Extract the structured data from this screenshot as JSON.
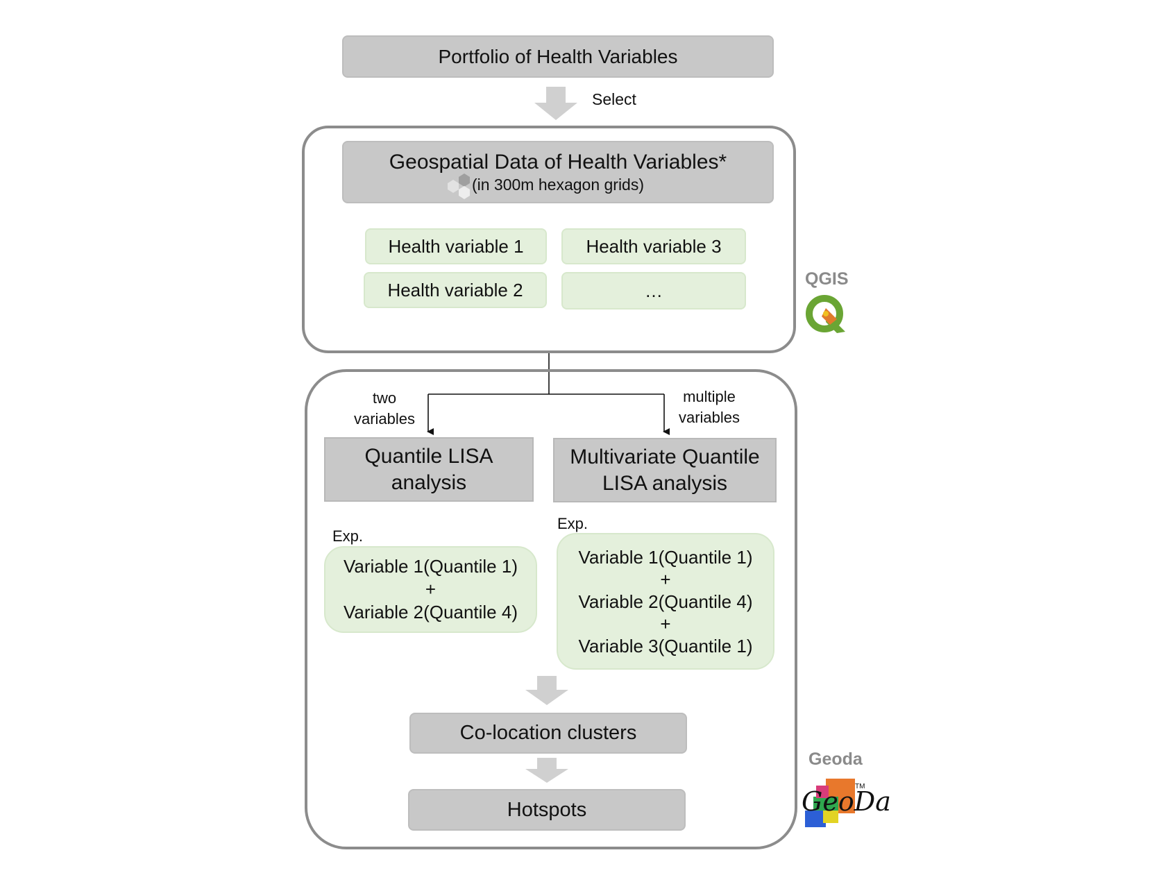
{
  "top_box": "Portfolio of Health Variables",
  "select_label": "Select",
  "geo_box": {
    "title": "Geospatial Data of Health Variables*",
    "subtitle": "(in 300m hexagon grids)"
  },
  "variables": [
    "Health variable 1",
    "Health variable 3",
    "Health variable 2",
    "…"
  ],
  "qgis_label": "QGIS",
  "branch_left": {
    "line1": "two",
    "line2": "variables"
  },
  "branch_right": {
    "line1": "multiple",
    "line2": "variables"
  },
  "analysis_left": {
    "line1": "Quantile LISA",
    "line2": "analysis"
  },
  "analysis_right": {
    "line1": "Multivariate Quantile",
    "line2": "LISA analysis"
  },
  "exp_label": "Exp.",
  "example_left": [
    "Variable 1(Quantile 1)",
    "+",
    "Variable 2(Quantile 4)"
  ],
  "example_right": [
    "Variable 1(Quantile 1)",
    "+",
    "Variable 2(Quantile 4)",
    "+",
    "Variable 3(Quantile 1)"
  ],
  "colocation_box": "Co-location clusters",
  "hotspots_box": "Hotspots",
  "geoda_label": "Geoda",
  "geoda_logo_text": "GeoDa",
  "geoda_tm": "TM",
  "colors": {
    "gray_box": "#c8c8c8",
    "green_box": "#e4f0dc",
    "frame": "#8c8c8c",
    "arrow": "#d0d0d0"
  }
}
